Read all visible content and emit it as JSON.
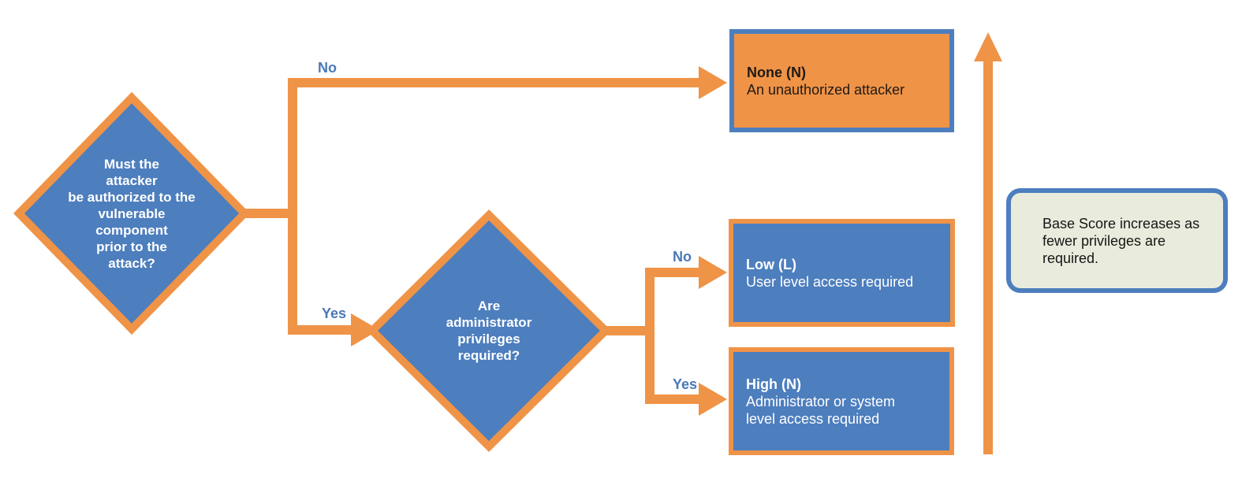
{
  "colors": {
    "orange": "#ef9347",
    "blue": "#4d7ebe",
    "note_fill": "#e9ecdc",
    "label_blue": "#4a78b7",
    "dark_text": "#1f1a14",
    "white_text": "#ffffff",
    "background": "#ffffff"
  },
  "decisions": [
    {
      "text": "Must the\nattacker\nbe authorized to the\nvulnerable\ncomponent\nprior to the\nattack?"
    },
    {
      "text": "Are\nadministrator\nprivileges\nrequired?"
    }
  ],
  "edges": [
    {
      "label": "No"
    },
    {
      "label": "Yes"
    },
    {
      "label": "No"
    },
    {
      "label": "Yes"
    }
  ],
  "outcomes": [
    {
      "title": "None (N)",
      "description": "An unauthorized attacker"
    },
    {
      "title": "Low (L)",
      "description": "User level access required"
    },
    {
      "title": "High (N)",
      "description": "Administrator or system level access required"
    }
  ],
  "note": {
    "text": "Base Score increases as\nfewer privileges are\nrequired."
  }
}
